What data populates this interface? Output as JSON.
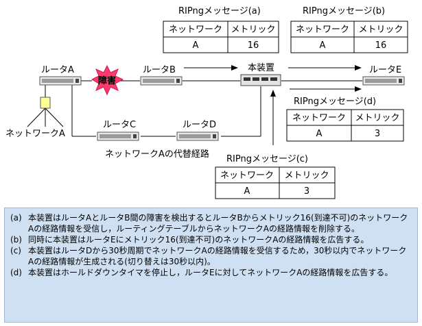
{
  "messages": {
    "a": {
      "title": "RIPngメッセージ(a)",
      "col1": "ネットワーク",
      "col2": "メトリック",
      "network": "A",
      "metric": "16"
    },
    "b": {
      "title": "RIPngメッセージ(b)",
      "col1": "ネットワーク",
      "col2": "メトリック",
      "network": "A",
      "metric": "16"
    },
    "c": {
      "title": "RIPngメッセージ(c)",
      "col1": "ネットワーク",
      "col2": "メトリック",
      "network": "A",
      "metric": "3"
    },
    "d": {
      "title": "RIPngメッセージ(d)",
      "col1": "ネットワーク",
      "col2": "メトリック",
      "network": "A",
      "metric": "3"
    }
  },
  "nodes": {
    "router_a": "ルータA",
    "router_b": "ルータB",
    "router_c": "ルータC",
    "router_d": "ルータD",
    "router_e": "ルータE",
    "device": "本装置",
    "network_a": "ネットワークA",
    "failure": "障害",
    "alt_route": "ネットワークAの代替経路"
  },
  "notes": [
    {
      "label": "(a)",
      "text": "本装置はルータAとルータB間の障害を検出するとルータBからメトリック16(到達不可)のネットワークAの経路情報を受信し，ルーティングテーブルからネットワークAの経路情報を削除する。"
    },
    {
      "label": "(b)",
      "text": "同時に本装置はルータEにメトリック16(到達不可)のネットワークAの経路情報を広告する。"
    },
    {
      "label": "(c)",
      "text": "本装置はルータDから30秒周期でネットワークAの経路情報を受信するため，30秒以内でネットワークAの経路情報が生成される(切り替えは30秒以内)。"
    },
    {
      "label": "(d)",
      "text": "本装置はホールドダウンタイマを停止し，ルータEに対してネットワークAの経路情報を広告する。"
    }
  ],
  "colors": {
    "failure_burst": "#ff3a6e",
    "notes_bg": "#cfe0f3",
    "network_box": "#ffff99"
  }
}
